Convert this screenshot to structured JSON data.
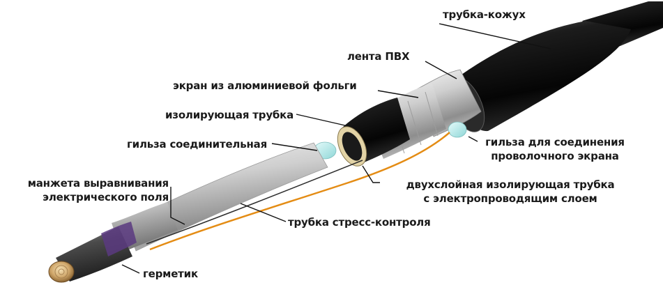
{
  "labels": {
    "tubing_sleeve": "трубка-кожух",
    "pvc_tape": "лента ПВХ",
    "foil_screen": "экран из алюминиевой фольги",
    "insulating_tube": "изолирующая трубка",
    "connecting_sleeve": "гильза соединительная",
    "stress_cuff_line1": "манжета выравнивания",
    "stress_cuff_line2": "электрического поля",
    "wire_screen_sleeve_line1": "гильза для соединения",
    "wire_screen_sleeve_line2": "проволочного экрана",
    "double_layer_line1": "двухслойная изолирующая трубка",
    "double_layer_line2": "с электропроводящим слоем",
    "stress_control_tube": "трубка стресс-контроля",
    "sealant": "герметик"
  }
}
